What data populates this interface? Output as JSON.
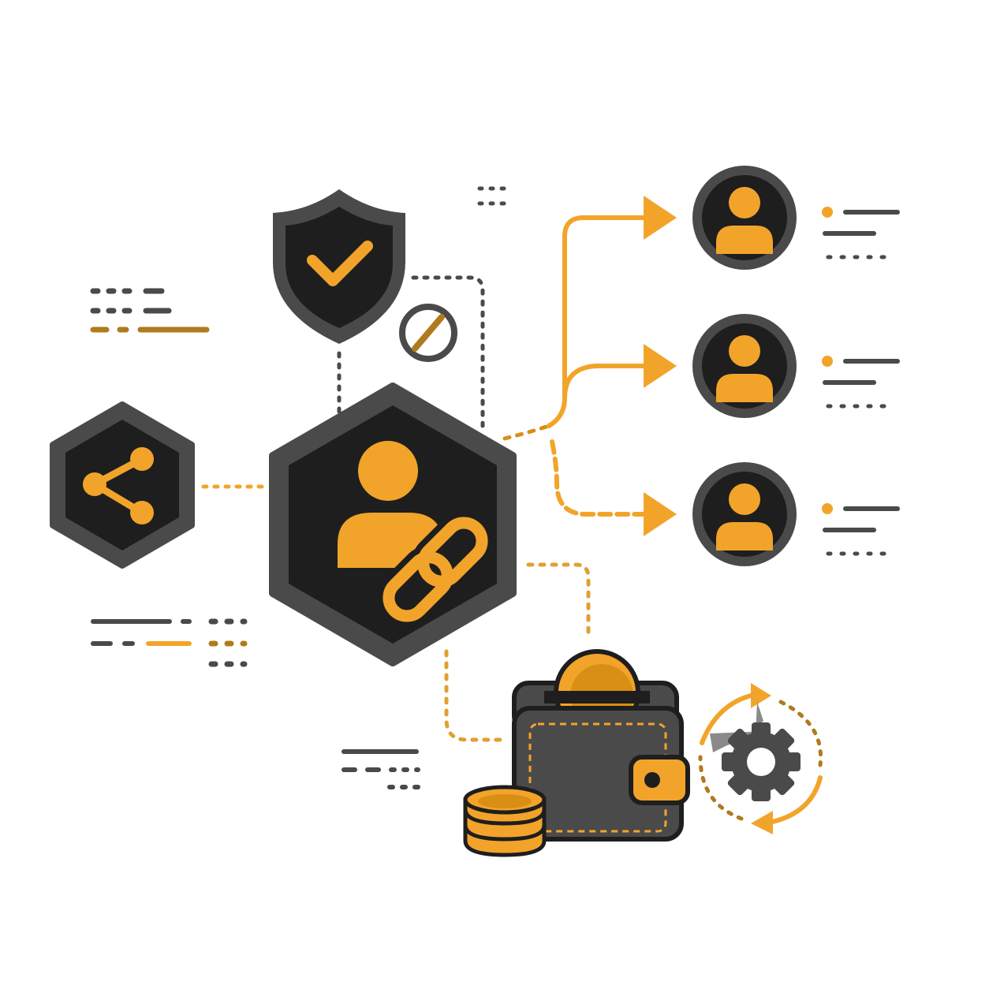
{
  "colors": {
    "accent": "#F2A42A",
    "accent_dark": "#D98E14",
    "dark": "#1E1E1E",
    "gray": "#4A4A4A",
    "mid_gray": "#6E6E6E",
    "background": "#FFFFFF"
  },
  "nodes": [
    {
      "name": "central-user-link-hexagon",
      "icons": [
        "user-icon",
        "chain-link-icon"
      ]
    },
    {
      "name": "shield-node",
      "icons": [
        "checkmark-icon"
      ]
    },
    {
      "name": "share-hexagon",
      "icons": [
        "share-icon"
      ]
    },
    {
      "name": "blocked-badge",
      "icons": [
        "prohibited-icon"
      ]
    },
    {
      "name": "wallet-node",
      "icons": [
        "wallet-icon",
        "coin-icon",
        "coin-stack-icon"
      ]
    },
    {
      "name": "sync-gear-node",
      "icons": [
        "gear-icon",
        "refresh-arrows-icon"
      ]
    }
  ],
  "recipients": [
    {
      "icon": "user-icon"
    },
    {
      "icon": "user-icon"
    },
    {
      "icon": "user-icon"
    }
  ]
}
